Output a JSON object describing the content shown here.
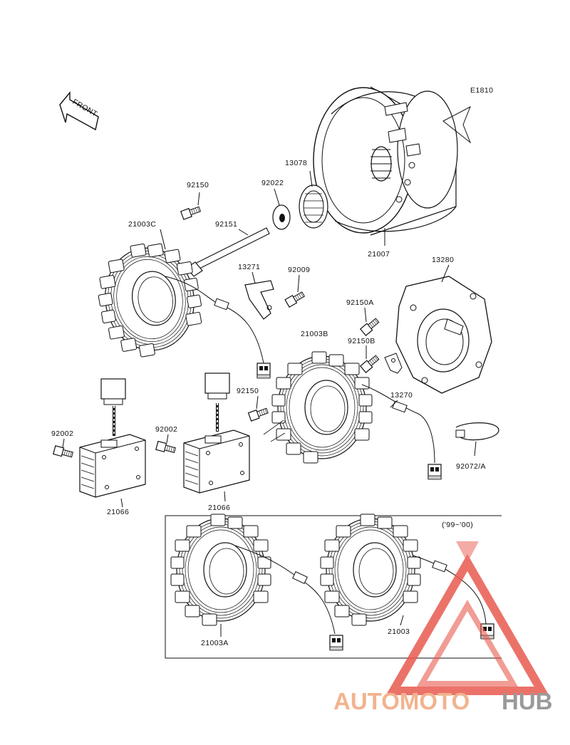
{
  "diagram_code": "E1810",
  "front_label": "FRONT",
  "version_note": "('99~'00)",
  "parts": {
    "p92150_top": "92150",
    "p21003C": "21003C",
    "p92151": "92151",
    "p92022": "92022",
    "p13078": "13078",
    "p21007": "21007",
    "p13271": "13271",
    "p92009": "92009",
    "p13280": "13280",
    "p92150A": "92150A",
    "p21003B": "21003B",
    "p92150B": "92150B",
    "p13270": "13270",
    "p92150_mid": "92150",
    "p92002_left": "92002",
    "p92002_mid": "92002",
    "p21066_left": "21066",
    "p21066_mid": "21066",
    "p92072A": "92072/A",
    "p21003A": "21003A",
    "p21003": "21003"
  },
  "watermark": {
    "part1": "AUTOMOTO",
    "part2": "HUB",
    "color1": "#f2b38f",
    "color2": "#9a9a9a",
    "triangle_color": "#e85a4f"
  }
}
